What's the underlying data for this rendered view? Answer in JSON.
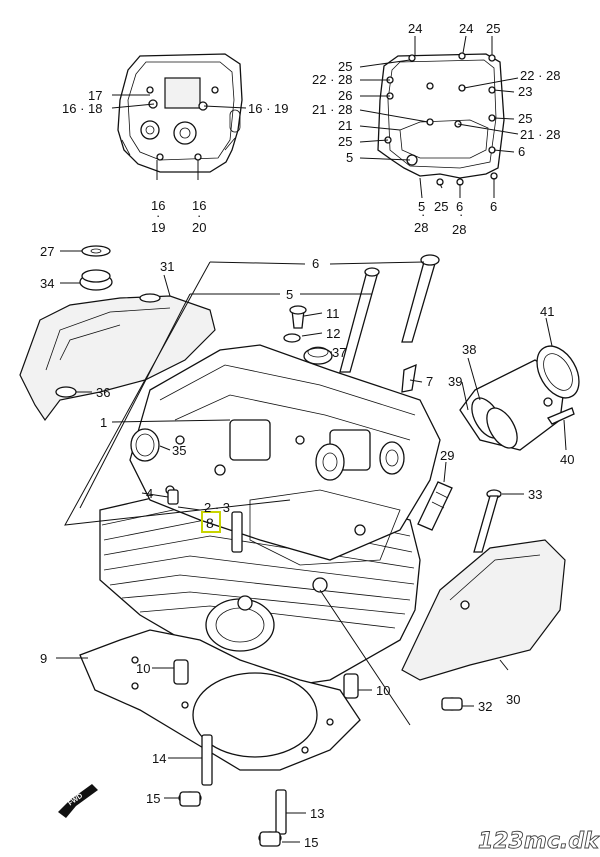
{
  "diagram": {
    "labels": {
      "l_17": "17",
      "l_16_18": "16 · 18",
      "l_16_19_top": "16 · 19",
      "l_16a": "16",
      "l_19a": "19",
      "l_16b": "16",
      "l_20": "20",
      "l_24a": "24",
      "l_24b": "24",
      "l_25a": "25",
      "l_25b": "25",
      "l_22_28a": "22 · 28",
      "l_22_28b": "22 · 28",
      "l_26": "26",
      "l_23": "23",
      "l_21_28a": "21 · 28",
      "l_25c": "25",
      "l_21": "21",
      "l_21_28b": "21 · 28",
      "l_25d": "25",
      "l_6a": "6",
      "l_5a": "5",
      "l_5b": "5",
      "l_28a": "28",
      "l_25e": "25",
      "l_6b": "6",
      "l_28b": "28",
      "l_6c": "6",
      "l_27": "27",
      "l_34": "34",
      "l_31": "31",
      "l_6d": "6",
      "l_5c": "5",
      "l_11": "11",
      "l_12": "12",
      "l_37": "37",
      "l_7": "7",
      "l_36": "36",
      "l_1": "1",
      "l_35": "35",
      "l_4": "4",
      "l_2_3": "2 · 3",
      "l_8": "8",
      "l_41": "41",
      "l_38": "38",
      "l_39": "39",
      "l_40": "40",
      "l_29": "29",
      "l_33": "33",
      "l_9": "9",
      "l_10a": "10",
      "l_10b": "10",
      "l_30": "30",
      "l_32": "32",
      "l_14": "14",
      "l_15a": "15",
      "l_13": "13",
      "l_15b": "15"
    },
    "fwd_label": "FWD",
    "watermark": "123mc.dk",
    "highlight_color": "#c8d400"
  }
}
